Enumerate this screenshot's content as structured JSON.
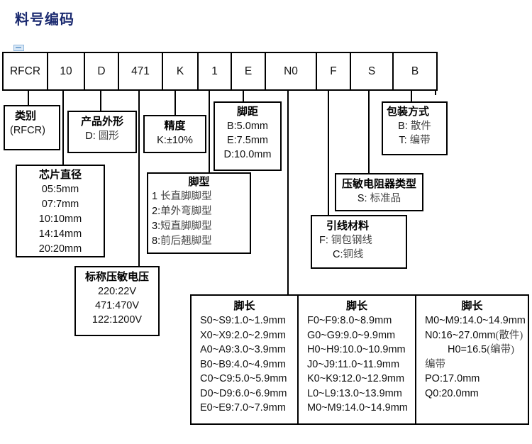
{
  "title": "料号编码",
  "colors": {
    "title": "#1b2a70",
    "line": "#000000",
    "value_text": "#444444"
  },
  "code_segments": [
    "RFCR",
    "10",
    "D",
    "471",
    "K",
    "1",
    "E",
    "N0",
    "F",
    "S",
    "B"
  ],
  "boxes": {
    "category": {
      "title": "类别",
      "line1": "(RFCR)"
    },
    "product_shape": {
      "title": "产品外形",
      "k": "D: ",
      "v": "圆形"
    },
    "precision": {
      "title": "精度",
      "line1": "K:±10%"
    },
    "pin_pitch": {
      "title": "脚距",
      "lines": [
        "B:5.0mm",
        "E:7.5mm",
        "D:10.0mm"
      ]
    },
    "packaging": {
      "title": "包装方式",
      "items": [
        {
          "k": "B: ",
          "v": "散件"
        },
        {
          "k": "T: ",
          "v": "编带"
        }
      ]
    },
    "chip_diameter": {
      "title": "芯片直径",
      "lines": [
        "05:5mm",
        "07:7mm",
        "10:10mm",
        "14:14mm",
        "20:20mm"
      ]
    },
    "pin_type": {
      "title": "脚型",
      "items": [
        {
          "k": "1 ",
          "v": "长直脚脚型"
        },
        {
          "k": "2:",
          "v": "单外弯脚型"
        },
        {
          "k": "3:",
          "v": "短直脚脚型"
        },
        {
          "k": "8:",
          "v": "前后翘脚型"
        }
      ]
    },
    "varistor_type": {
      "title": "压敏电阻器类型",
      "k": "S: ",
      "v": "标准品"
    },
    "lead_material": {
      "title": "引线材料",
      "items": [
        {
          "k": "F: ",
          "v": "铜包钢线"
        },
        {
          "k": "C:",
          "v": "铜线"
        }
      ]
    },
    "nominal_voltage": {
      "title": "标称压敏电压",
      "lines": [
        "220:22V",
        "471:470V",
        "122:1200V"
      ]
    }
  },
  "leg_length_columns": [
    {
      "title": "脚长",
      "lines": [
        "S0~S9:1.0~1.9mm",
        "X0~X9:2.0~2.9mm",
        "A0~A9:3.0~3.9mm",
        "B0~B9:4.0~4.9mm",
        "C0~C9:5.0~5.9mm",
        "D0~D9:6.0~6.9mm",
        "E0~E9:7.0~7.9mm"
      ]
    },
    {
      "title": "脚长",
      "lines": [
        "F0~F9:8.0~8.9mm",
        "G0~G9:9.0~9.9mm",
        "H0~H9:10.0~10.9mm",
        "J0~J9:11.0~11.9mm",
        "K0~K9:12.0~12.9mm",
        "L0~L9:13.0~13.9mm",
        "M0~M9:14.0~14.9mm"
      ]
    },
    {
      "title": "脚长",
      "lines": [
        {
          "k": "M0~M9:14.0~14.9mm",
          "v": ""
        },
        {
          "k": "N0:16~27.0mm",
          "v": "(散件)"
        },
        {
          "k": "H0=16.5",
          "v": "(编带)"
        },
        {
          "k": "",
          "v": "编带"
        },
        {
          "k": "PO:17.0mm",
          "v": ""
        },
        {
          "k": "Q0:20.0mm",
          "v": ""
        }
      ]
    }
  ]
}
